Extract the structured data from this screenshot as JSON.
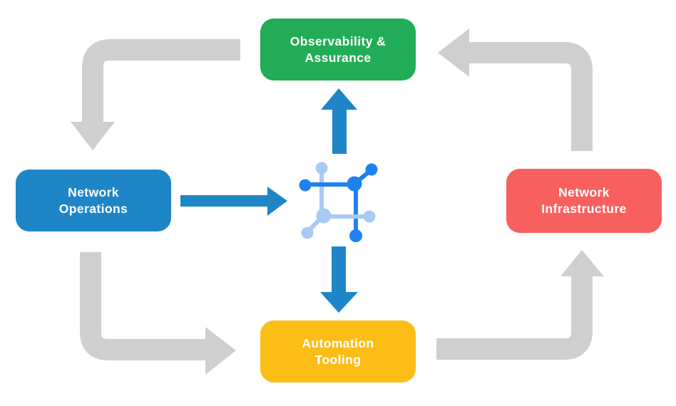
{
  "diagram": {
    "background_color": "#ffffff",
    "nodes": {
      "observability": {
        "lines": [
          "Observability &",
          "Assurance"
        ],
        "color": "#23AC57"
      },
      "operations": {
        "lines": [
          "Network",
          "Operations"
        ],
        "color": "#1E86C7"
      },
      "infrastructure": {
        "lines": [
          "Network",
          "Infrastructure"
        ],
        "color": "#F8605F"
      },
      "automation": {
        "lines": [
          "Automation",
          "Tooling"
        ],
        "color": "#FCBD17"
      }
    },
    "colors": {
      "gray_arrow": "#CFCFCF",
      "blue_arrow": "#1E86C7",
      "icon_dark_blue": "#2081F0",
      "icon_light_blue": "#A9CAF4"
    },
    "flows": [
      {
        "from": "observability",
        "to": "operations",
        "style": "gray"
      },
      {
        "from": "operations",
        "to": "automation",
        "style": "gray"
      },
      {
        "from": "automation",
        "to": "infrastructure",
        "style": "gray"
      },
      {
        "from": "infrastructure",
        "to": "observability",
        "style": "gray"
      },
      {
        "from": "operations",
        "to": "center-icon",
        "style": "blue"
      },
      {
        "from": "center-icon",
        "to": "observability",
        "style": "blue"
      },
      {
        "from": "center-icon",
        "to": "automation",
        "style": "blue"
      }
    ],
    "center_icon": {
      "name": "network-mesh-icon"
    }
  }
}
